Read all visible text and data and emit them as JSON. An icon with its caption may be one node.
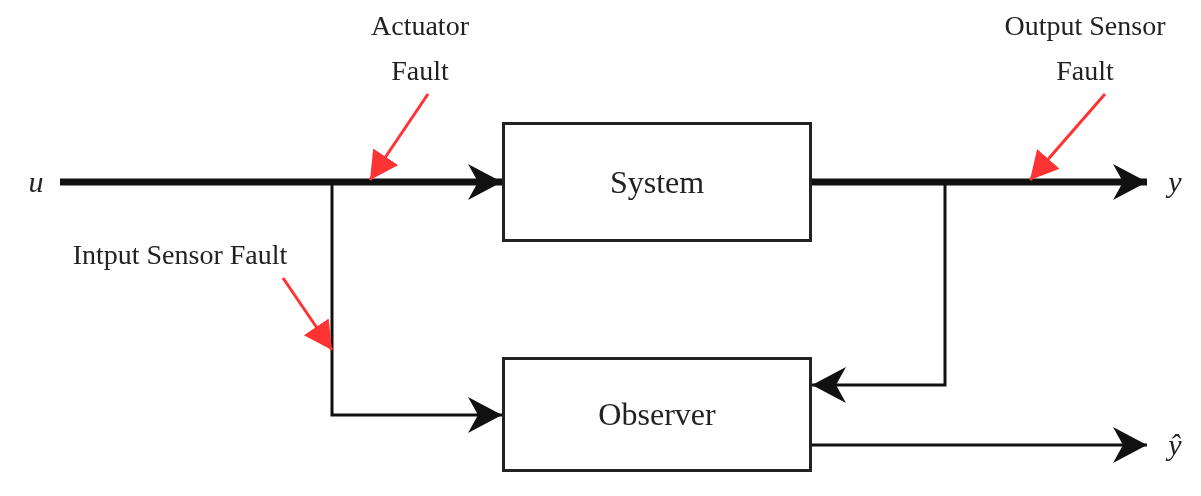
{
  "diagram": {
    "nodes": [
      {
        "text": [
          "u"
        ]
      },
      {
        "text": [
          "System"
        ]
      },
      {
        "text": [
          "Observer"
        ]
      },
      {
        "text": [
          "y"
        ]
      },
      {
        "text": [
          "ŷ"
        ]
      },
      {
        "text": [
          "Actuator Fault"
        ]
      },
      {
        "text": [
          "Intput Sensor Fault"
        ]
      },
      {
        "text": [
          "Output Sensor Fault"
        ]
      }
    ],
    "edges": [
      {
        "from": 0,
        "to": 1,
        "arrow": "to",
        "style": "thick"
      },
      {
        "from": 0,
        "to": 2,
        "arrow": "to"
      },
      {
        "from": 1,
        "to": 3,
        "arrow": "to",
        "style": "thick"
      },
      {
        "from": 1,
        "to": 2,
        "arrow": "to"
      },
      {
        "from": 2,
        "to": 4,
        "arrow": "to"
      },
      {
        "from": 5,
        "to": null,
        "arrow": "to",
        "color": "#ff3333"
      },
      {
        "from": 6,
        "to": null,
        "arrow": "to",
        "color": "#ff3333"
      },
      {
        "from": 7,
        "to": null,
        "arrow": "to",
        "color": "#ff3333"
      }
    ]
  }
}
